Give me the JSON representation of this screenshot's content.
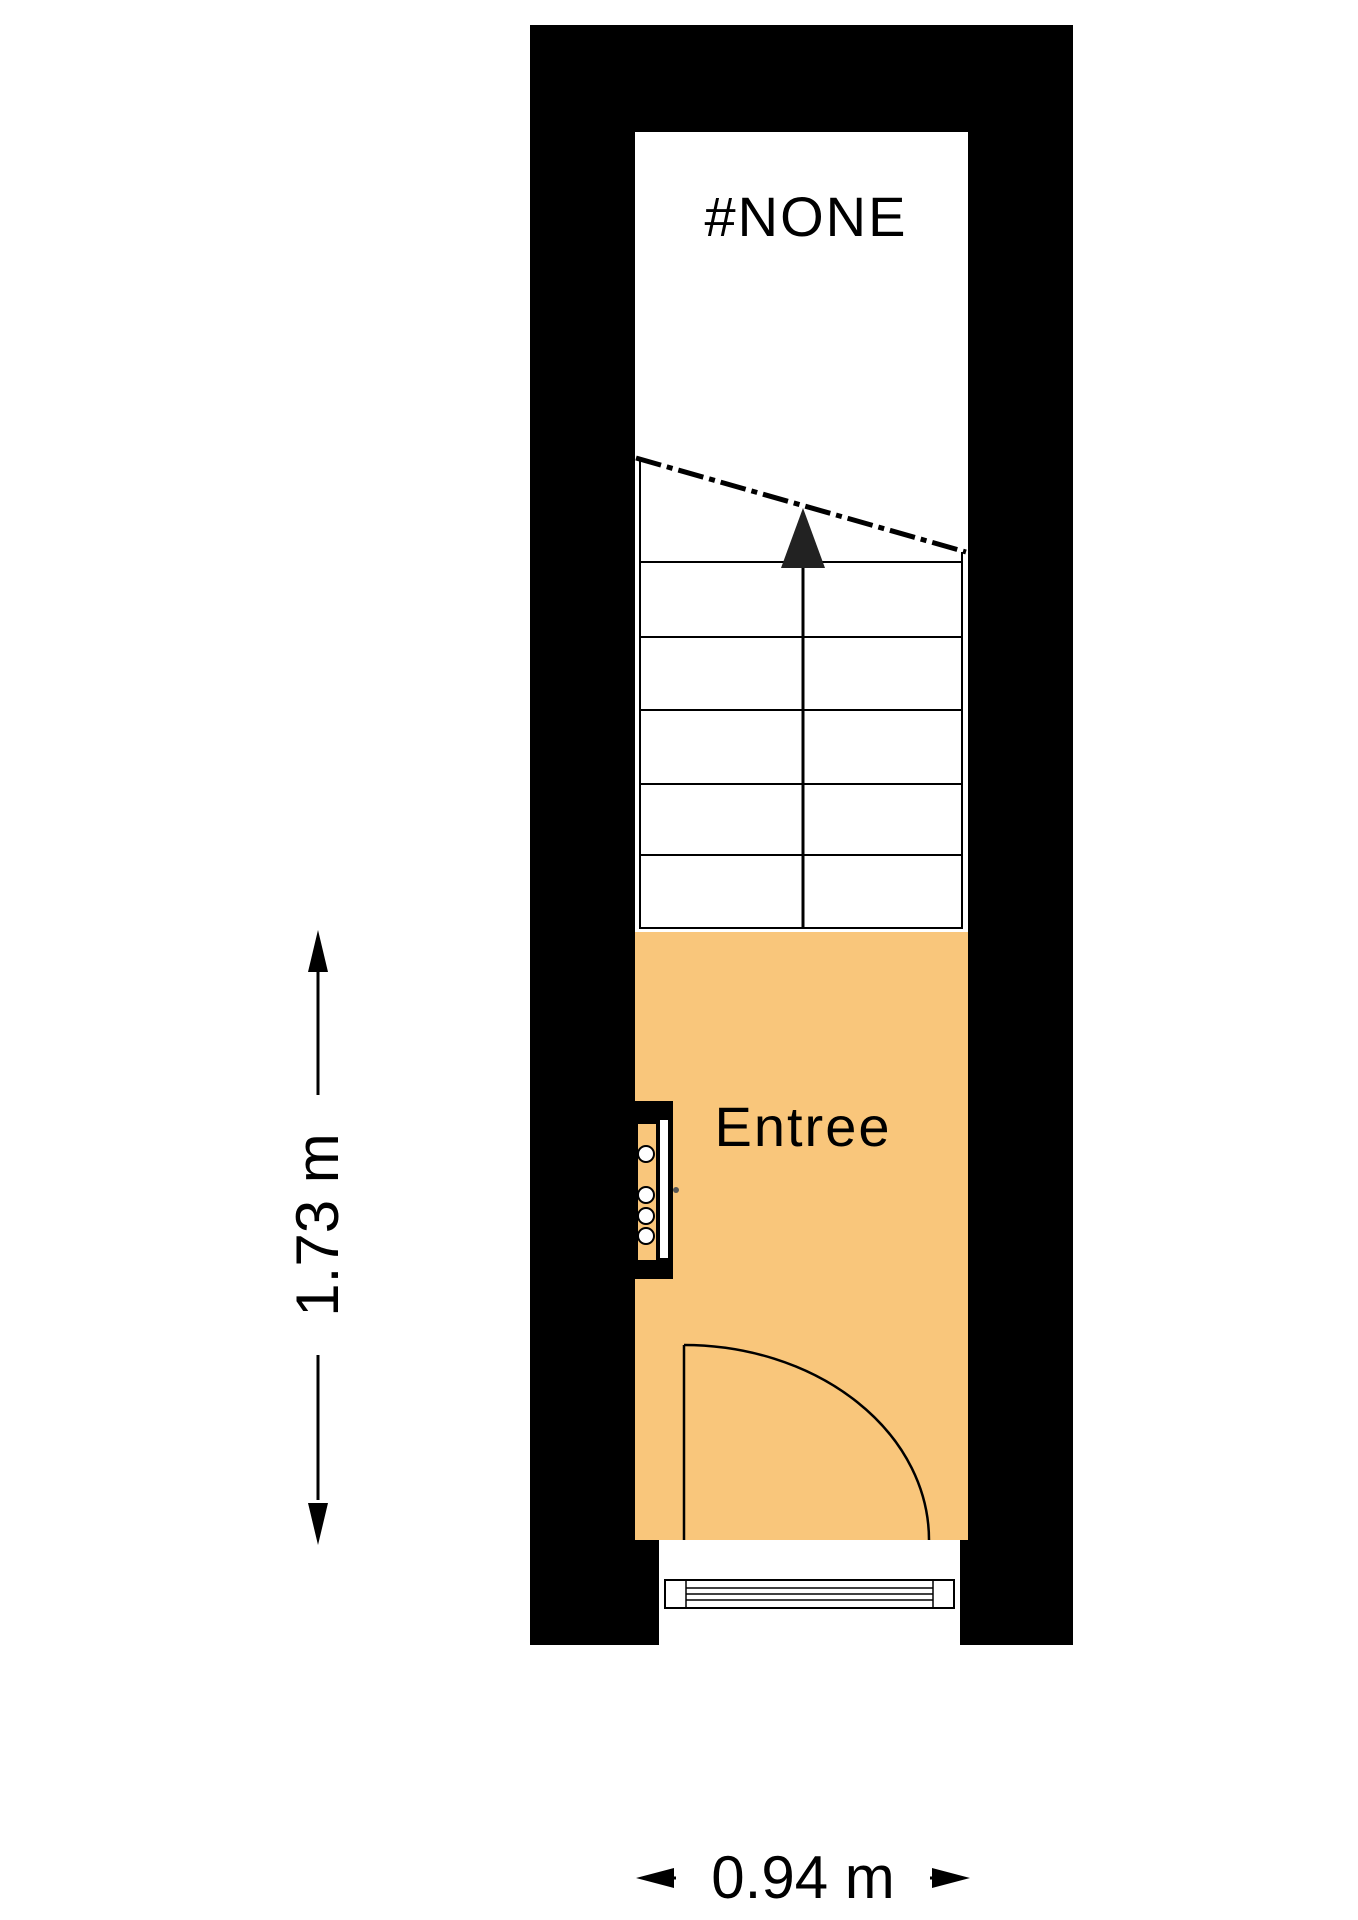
{
  "rooms": {
    "upper": {
      "label": "#NONE"
    },
    "entrance": {
      "label": "Entree"
    }
  },
  "dimensions": {
    "height": "1.73 m",
    "width": "0.94 m"
  },
  "colors": {
    "wall": "#000000",
    "entrance_floor": "#F9C67B",
    "background": "#FFFFFF"
  },
  "icons": {
    "stairs": "staircase-up-arrow",
    "door": "door-swing-arc",
    "meter_box": "utility-meter-cabinet"
  }
}
